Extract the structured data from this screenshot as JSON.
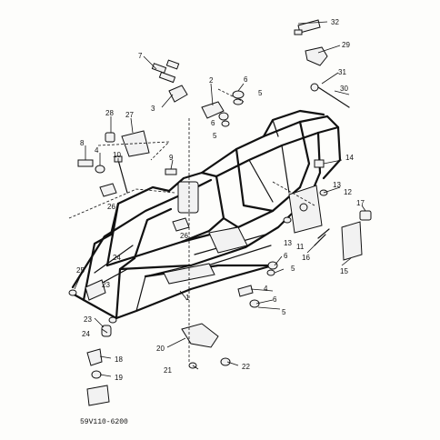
{
  "diagram": {
    "drawing_code": "59V110-6200",
    "callouts": [
      "1",
      "2",
      "3",
      "4",
      "5",
      "6",
      "7",
      "8",
      "9",
      "10",
      "11",
      "12",
      "13",
      "14",
      "15",
      "16",
      "17",
      "18",
      "19",
      "20",
      "21",
      "22",
      "23",
      "24",
      "25",
      "26",
      "27",
      "28",
      "29",
      "30",
      "31",
      "32"
    ]
  }
}
